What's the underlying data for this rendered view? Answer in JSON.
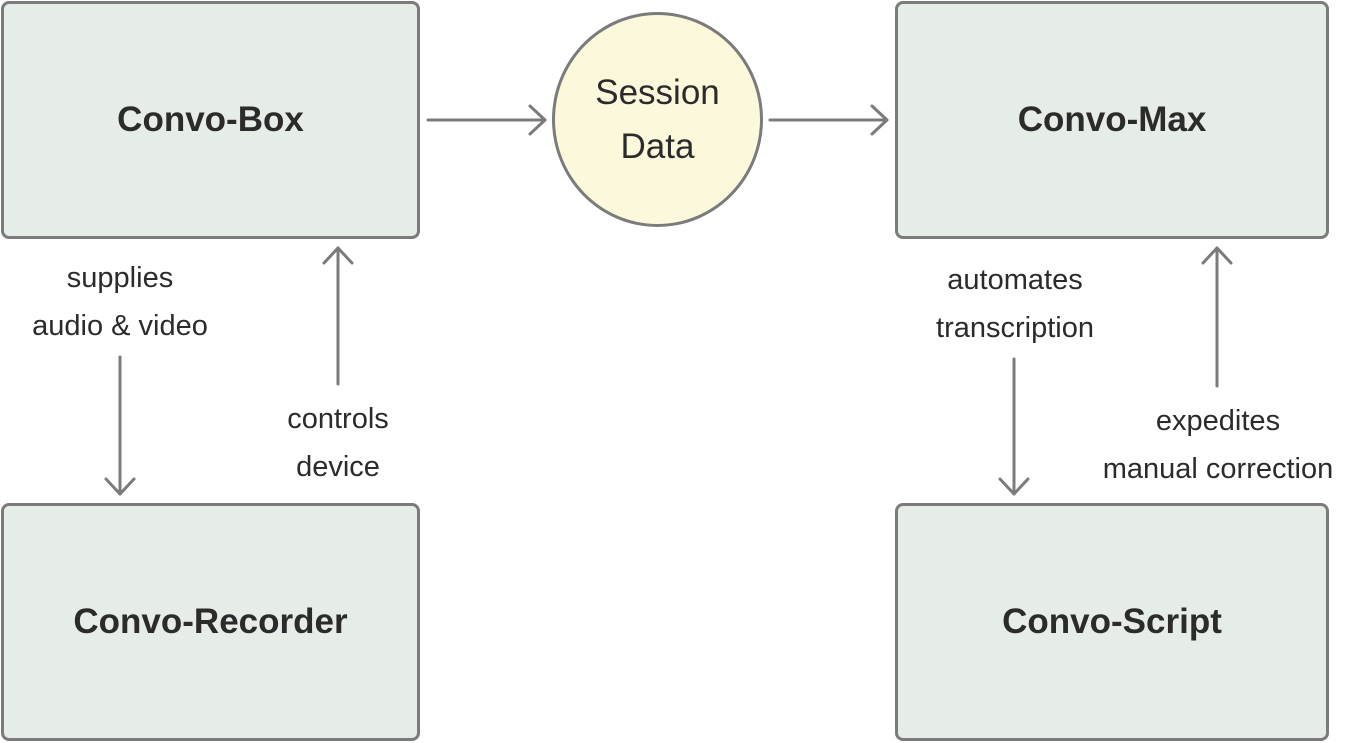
{
  "nodes": {
    "convo_box": "Convo-Box",
    "session_data": [
      "Session",
      "Data"
    ],
    "convo_max": "Convo-Max",
    "convo_recorder": "Convo-Recorder",
    "convo_script": "Convo-Script"
  },
  "edges": {
    "supplies": [
      "supplies",
      "audio & video"
    ],
    "controls": [
      "controls",
      "device"
    ],
    "automates": [
      "automates",
      "transcription"
    ],
    "expedites": [
      "expedites",
      "manual correction"
    ]
  },
  "colors": {
    "box_fill": "#e6ede7",
    "circle_fill": "#fbf8dc",
    "stroke": "#7b7b7b",
    "text": "#2b2b2b"
  }
}
